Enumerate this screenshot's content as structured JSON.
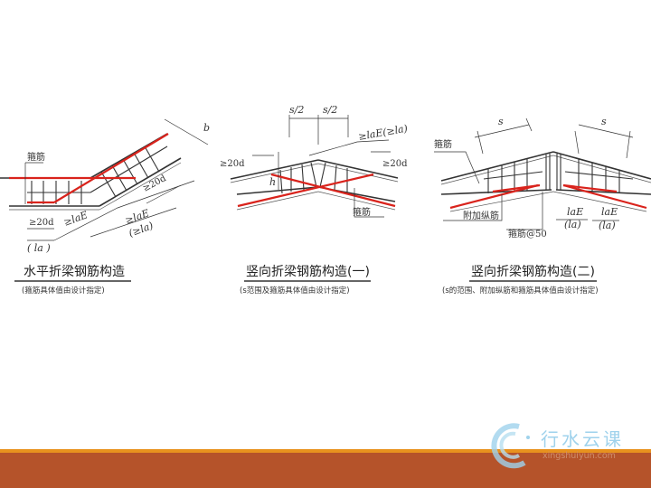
{
  "diagram1": {
    "title": "水平折梁钢筋构造",
    "subtitle": "(箍筋具体值由设计指定)",
    "labels": {
      "stirrup": "箍筋",
      "b": "b",
      "d20a": "≥20d",
      "d20b": "≥20d",
      "lae1": "≥laE",
      "la1": "( la )",
      "lae2": "≥laE",
      "la2": "(≥la)"
    }
  },
  "diagram2": {
    "title": "竖向折梁钢筋构造(一)",
    "subtitle": "(s范围及箍筋具体值由设计指定)",
    "labels": {
      "s2a": "s/2",
      "s2b": "s/2",
      "lae": "≥laE(≥la)",
      "d20a": "≥20d",
      "d20b": "≥20d",
      "h": "h",
      "stirrup": "箍筋"
    }
  },
  "diagram3": {
    "title": "竖向折梁钢筋构造(二)",
    "subtitle": "(s的范围、附加纵筋和箍筋具体值由设计指定)",
    "labels": {
      "sa": "s",
      "sb": "s",
      "stirrup": "箍筋",
      "extra": "附加纵筋",
      "stirrup50": "箍筋@50",
      "lae1": "laE",
      "la1": "(la)",
      "lae2": "laE",
      "la2": "(la)"
    }
  },
  "logo": {
    "name": "行水云课",
    "url": "xingshuiyun.com"
  },
  "colors": {
    "rebar": "#d9231c",
    "bar": "#b5532a",
    "accent": "#e8921e"
  }
}
